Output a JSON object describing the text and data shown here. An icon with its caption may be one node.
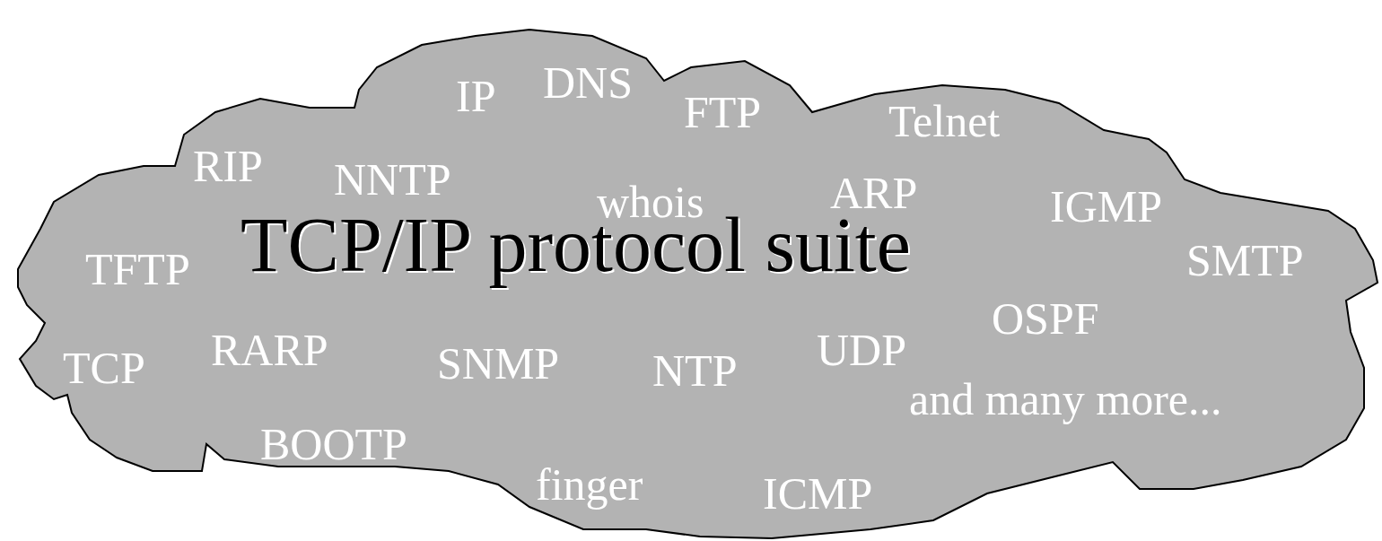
{
  "diagram": {
    "nodes": [
      {
        "text": [
          "IP",
          "DNS",
          "FTP",
          "Telnet",
          "RIP",
          "NNTP",
          "whois",
          "ARP",
          "IGMP",
          "TFTP",
          "TCP/IP protocol suite",
          "SMTP",
          "OSPF",
          "TCP",
          "RARP",
          "SNMP",
          "NTP",
          "UDP",
          "and many more...",
          "BOOTP",
          "finger",
          "ICMP"
        ]
      }
    ]
  }
}
